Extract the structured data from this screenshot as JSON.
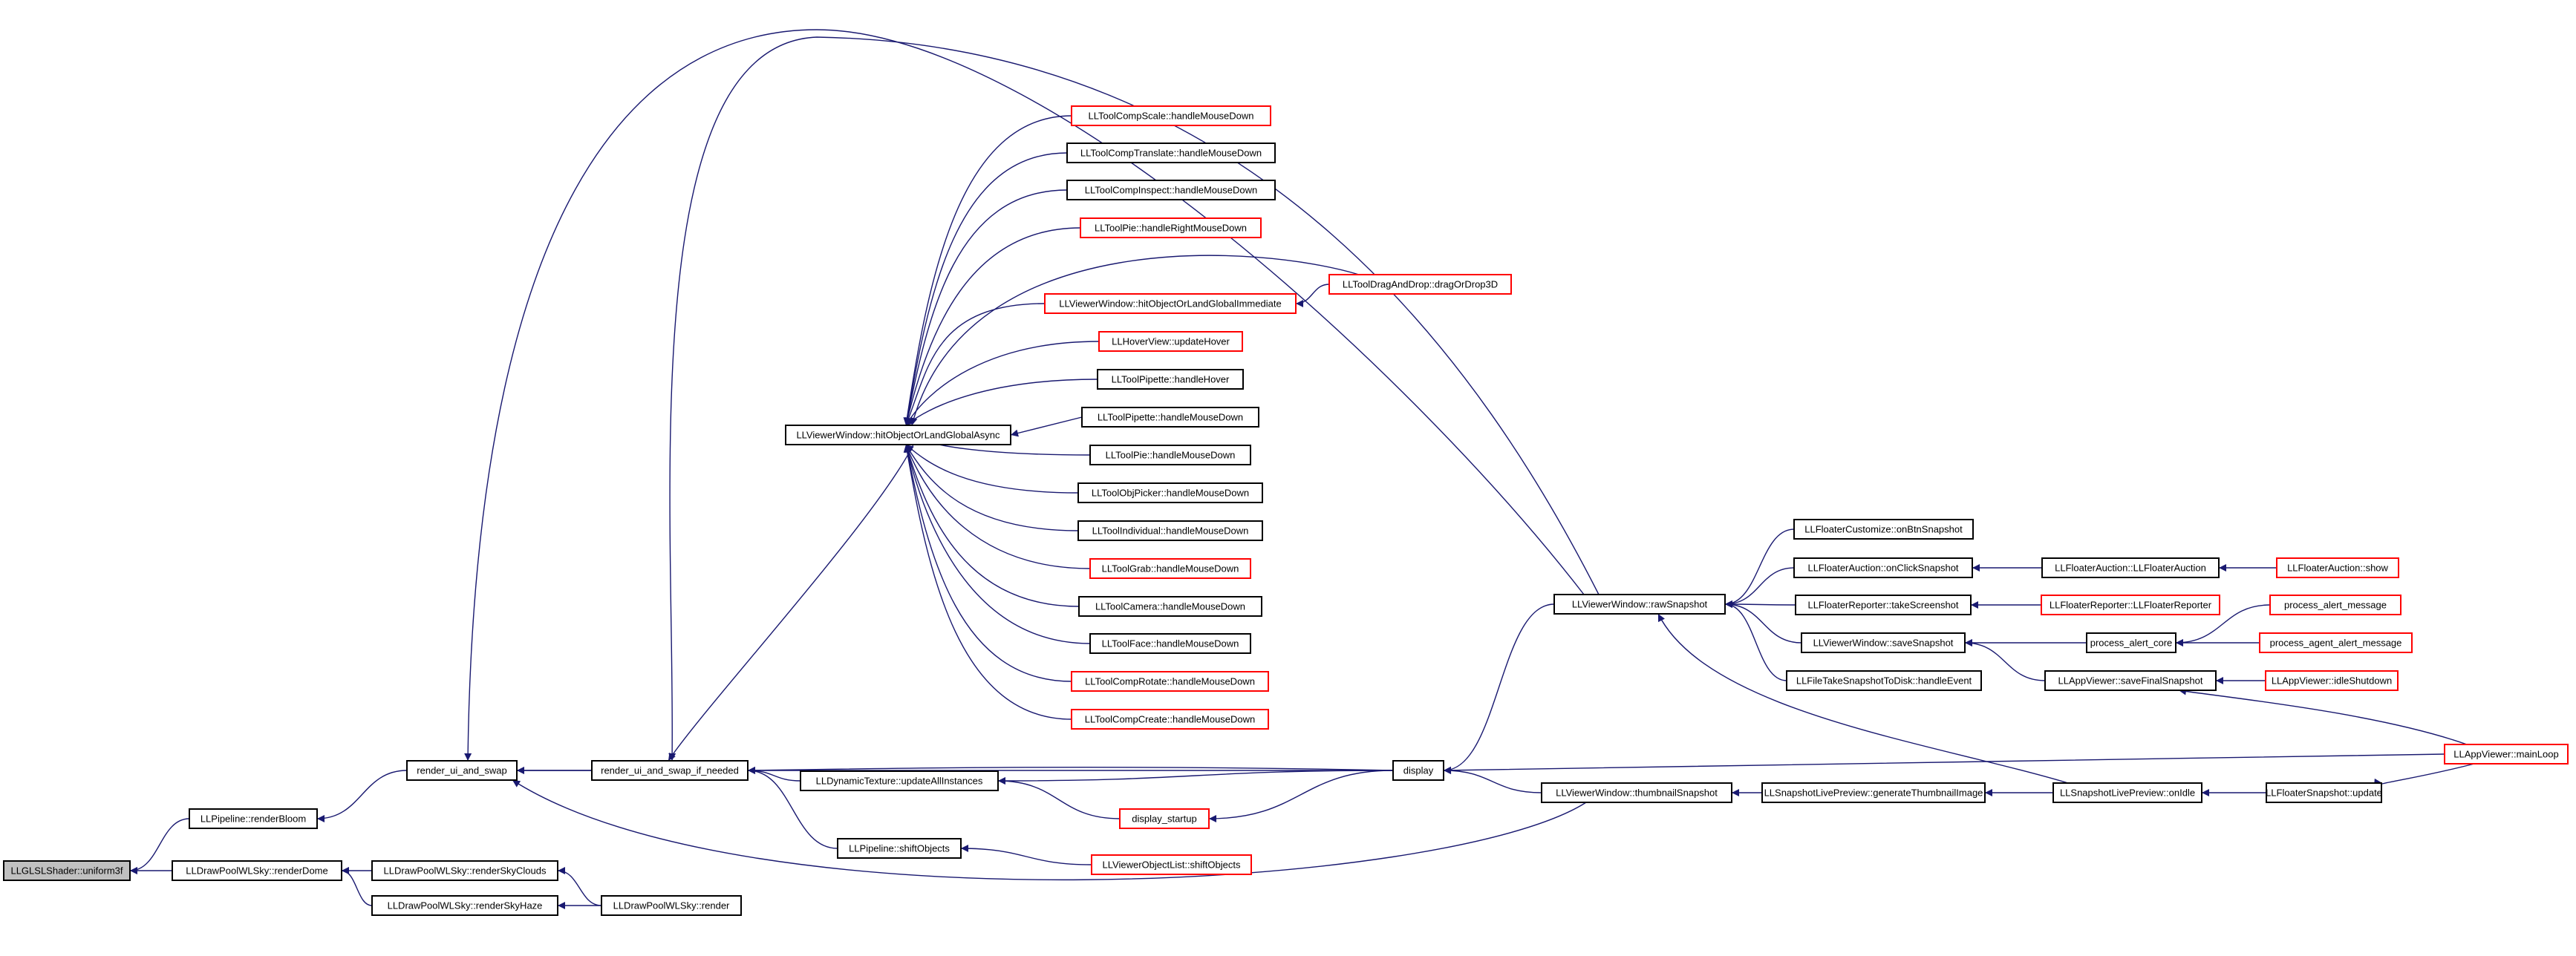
{
  "nodes": [
    {
      "id": "n0",
      "label": "LLGLSLShader::uniform3f",
      "style": "root"
    },
    {
      "id": "n1",
      "label": "LLPipeline::renderBloom",
      "style": "black"
    },
    {
      "id": "n2",
      "label": "render_ui_and_swap",
      "style": "black"
    },
    {
      "id": "n3",
      "label": "render_ui_and_swap_if_needed",
      "style": "black"
    },
    {
      "id": "n4",
      "label": "LLViewerWindow::hitObjectOrLandGlobalAsync",
      "style": "black"
    },
    {
      "id": "n5",
      "label": "LLToolCompScale::handleMouseDown",
      "style": "red"
    },
    {
      "id": "n6",
      "label": "LLToolCompTranslate::handleMouseDown",
      "style": "black"
    },
    {
      "id": "n7",
      "label": "LLToolCompInspect::handleMouseDown",
      "style": "black"
    },
    {
      "id": "n8",
      "label": "LLToolPie::handleRightMouseDown",
      "style": "red"
    },
    {
      "id": "n9",
      "label": "LLViewerWindow::hitObjectOrLandGlobalImmediate",
      "style": "red"
    },
    {
      "id": "n10",
      "label": "LLToolDragAndDrop::dragOrDrop3D",
      "style": "red"
    },
    {
      "id": "n11",
      "label": "LLHoverView::updateHover",
      "style": "red"
    },
    {
      "id": "n12",
      "label": "LLToolPipette::handleHover",
      "style": "black"
    },
    {
      "id": "n13",
      "label": "LLToolPipette::handleMouseDown",
      "style": "black"
    },
    {
      "id": "n14",
      "label": "LLToolPie::handleMouseDown",
      "style": "black"
    },
    {
      "id": "n15",
      "label": "LLToolObjPicker::handleMouseDown",
      "style": "black"
    },
    {
      "id": "n16",
      "label": "LLToolIndividual::handleMouseDown",
      "style": "black"
    },
    {
      "id": "n17",
      "label": "LLToolGrab::handleMouseDown",
      "style": "red"
    },
    {
      "id": "n18",
      "label": "LLToolCamera::handleMouseDown",
      "style": "black"
    },
    {
      "id": "n19",
      "label": "LLToolFace::handleMouseDown",
      "style": "black"
    },
    {
      "id": "n20",
      "label": "LLToolCompRotate::handleMouseDown",
      "style": "red"
    },
    {
      "id": "n21",
      "label": "LLToolCompCreate::handleMouseDown",
      "style": "red"
    },
    {
      "id": "n22",
      "label": "LLDynamicTexture::updateAllInstances",
      "style": "black"
    },
    {
      "id": "n23",
      "label": "display_startup",
      "style": "red"
    },
    {
      "id": "n24",
      "label": "LLPipeline::shiftObjects",
      "style": "black"
    },
    {
      "id": "n25",
      "label": "LLViewerObjectList::shiftObjects",
      "style": "red"
    },
    {
      "id": "n26",
      "label": "display",
      "style": "black"
    },
    {
      "id": "n27",
      "label": "LLViewerWindow::rawSnapshot",
      "style": "black"
    },
    {
      "id": "n28",
      "label": "LLViewerWindow::thumbnailSnapshot",
      "style": "black"
    },
    {
      "id": "n29",
      "label": "LLFloaterCustomize::onBtnSnapshot",
      "style": "black"
    },
    {
      "id": "n30",
      "label": "LLFloaterAuction::onClickSnapshot",
      "style": "black"
    },
    {
      "id": "n31",
      "label": "LLFloaterReporter::takeScreenshot",
      "style": "black"
    },
    {
      "id": "n32",
      "label": "LLViewerWindow::saveSnapshot",
      "style": "black"
    },
    {
      "id": "n33",
      "label": "LLFileTakeSnapshotToDisk::handleEvent",
      "style": "black"
    },
    {
      "id": "n34",
      "label": "LLFloaterAuction::LLFloaterAuction",
      "style": "black"
    },
    {
      "id": "n35",
      "label": "LLFloaterAuction::show",
      "style": "red"
    },
    {
      "id": "n36",
      "label": "LLFloaterReporter::LLFloaterReporter",
      "style": "red"
    },
    {
      "id": "n37",
      "label": "process_alert_core",
      "style": "black"
    },
    {
      "id": "n38",
      "label": "process_alert_message",
      "style": "red"
    },
    {
      "id": "n39",
      "label": "process_agent_alert_message",
      "style": "red"
    },
    {
      "id": "n40",
      "label": "LLAppViewer::saveFinalSnapshot",
      "style": "black"
    },
    {
      "id": "n41",
      "label": "LLAppViewer::idleShutdown",
      "style": "red"
    },
    {
      "id": "n42",
      "label": "LLAppViewer::mainLoop",
      "style": "red"
    },
    {
      "id": "n43",
      "label": "LLSnapshotLivePreview::generateThumbnailImage",
      "style": "black"
    },
    {
      "id": "n44",
      "label": "LLSnapshotLivePreview::onIdle",
      "style": "black"
    },
    {
      "id": "n45",
      "label": "LLFloaterSnapshot::update",
      "style": "black"
    },
    {
      "id": "n46",
      "label": "LLDrawPoolWLSky::renderDome",
      "style": "black"
    },
    {
      "id": "n47",
      "label": "LLDrawPoolWLSky::renderSkyClouds",
      "style": "black"
    },
    {
      "id": "n48",
      "label": "LLDrawPoolWLSky::renderSkyHaze",
      "style": "black"
    },
    {
      "id": "n49",
      "label": "LLDrawPoolWLSky::render",
      "style": "black"
    }
  ],
  "edges": [
    [
      "n1",
      "n0"
    ],
    [
      "n46",
      "n0"
    ],
    [
      "n2",
      "n1"
    ],
    [
      "n3",
      "n2"
    ],
    [
      "n26",
      "n2"
    ],
    [
      "n27",
      "n2"
    ],
    [
      "n28",
      "n2"
    ],
    [
      "n4",
      "n3"
    ],
    [
      "n22",
      "n3"
    ],
    [
      "n24",
      "n3"
    ],
    [
      "n26",
      "n3"
    ],
    [
      "n27",
      "n3"
    ],
    [
      "n5",
      "n4"
    ],
    [
      "n6",
      "n4"
    ],
    [
      "n7",
      "n4"
    ],
    [
      "n8",
      "n4"
    ],
    [
      "n9",
      "n4"
    ],
    [
      "n10",
      "n4"
    ],
    [
      "n11",
      "n4"
    ],
    [
      "n12",
      "n4"
    ],
    [
      "n13",
      "n4"
    ],
    [
      "n14",
      "n4"
    ],
    [
      "n15",
      "n4"
    ],
    [
      "n16",
      "n4"
    ],
    [
      "n17",
      "n4"
    ],
    [
      "n18",
      "n4"
    ],
    [
      "n19",
      "n4"
    ],
    [
      "n20",
      "n4"
    ],
    [
      "n21",
      "n4"
    ],
    [
      "n10",
      "n9"
    ],
    [
      "n26",
      "n22"
    ],
    [
      "n23",
      "n22"
    ],
    [
      "n26",
      "n23"
    ],
    [
      "n25",
      "n24"
    ],
    [
      "n27",
      "n26"
    ],
    [
      "n28",
      "n26"
    ],
    [
      "n42",
      "n26"
    ],
    [
      "n29",
      "n27"
    ],
    [
      "n30",
      "n27"
    ],
    [
      "n31",
      "n27"
    ],
    [
      "n32",
      "n27"
    ],
    [
      "n33",
      "n27"
    ],
    [
      "n44",
      "n27"
    ],
    [
      "n43",
      "n28"
    ],
    [
      "n34",
      "n30"
    ],
    [
      "n35",
      "n34"
    ],
    [
      "n36",
      "n31"
    ],
    [
      "n37",
      "n32"
    ],
    [
      "n40",
      "n32"
    ],
    [
      "n38",
      "n37"
    ],
    [
      "n39",
      "n37"
    ],
    [
      "n41",
      "n40"
    ],
    [
      "n42",
      "n40"
    ],
    [
      "n44",
      "n43"
    ],
    [
      "n45",
      "n44"
    ],
    [
      "n42",
      "n45"
    ],
    [
      "n47",
      "n46"
    ],
    [
      "n48",
      "n46"
    ],
    [
      "n49",
      "n47"
    ],
    [
      "n49",
      "n48"
    ]
  ]
}
